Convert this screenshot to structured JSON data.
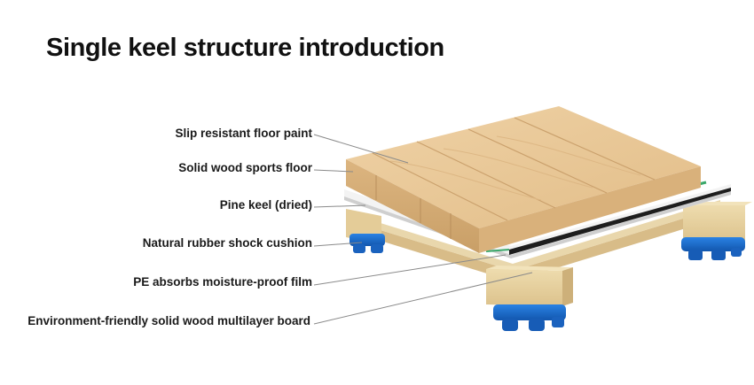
{
  "title": "Single keel structure introduction",
  "layers": [
    {
      "label": "Slip resistant floor paint"
    },
    {
      "label": "Solid wood sports floor"
    },
    {
      "label": "Pine keel (dried)"
    },
    {
      "label": "Natural rubber shock cushion"
    },
    {
      "label": "PE absorbs moisture-proof film"
    },
    {
      "label": "Environment-friendly solid wood multilayer board"
    }
  ],
  "colors": {
    "wood_top": "#e8c696",
    "wood_side": "#d7b07a",
    "keel": "#e6cf9a",
    "pe_film": "#f2f2f2",
    "plastic_strip": "#1e1e1e",
    "rubber_cushion": "#1d6ed1",
    "leader_line": "#8a8a8a"
  }
}
